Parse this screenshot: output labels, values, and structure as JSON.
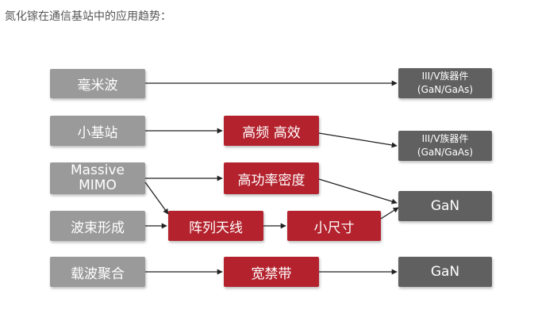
{
  "heading": "氮化镓在通信基站中的应用趋势：",
  "diagram": {
    "drivers": {
      "mmwave": "毫米波",
      "small_cell": "小基站",
      "massive_mimo_line1": "Massive",
      "massive_mimo_line2": "MIMO",
      "beamforming": "波束形成",
      "carrier_aggregation": "载波聚合"
    },
    "requirements": {
      "high_freq_eff": "高频 高效",
      "high_power_density": "高功率密度",
      "array_antenna": "阵列天线",
      "small_size": "小尺寸",
      "wide_bandgap": "宽禁带"
    },
    "solutions": {
      "iiiv_1_line1": "III/V族器件",
      "iiiv_1_line2": "(GaN/GaAs)",
      "iiiv_2_line1": "III/V族器件",
      "iiiv_2_line2": "(GaN/GaAs)",
      "gan_1": "GaN",
      "gan_2": "GaN"
    },
    "colors": {
      "driver_box": "#9a9a9a",
      "requirement_box": "#b3222d",
      "solution_box": "#606060",
      "arrow": "#222222"
    }
  }
}
